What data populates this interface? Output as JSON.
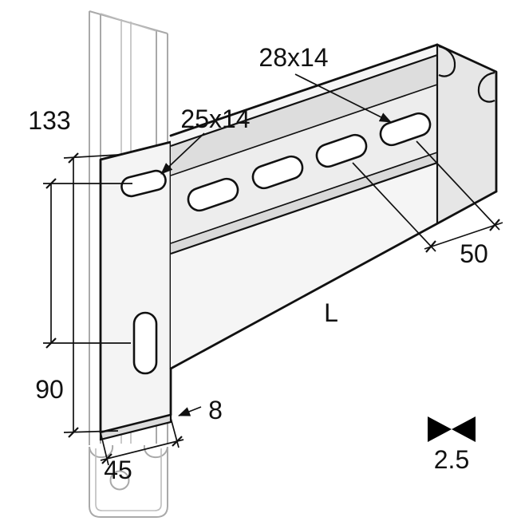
{
  "drawing_type": "cantilever-bracket-console-technical-drawing",
  "dimensions": {
    "plate_height": "133",
    "plate_slot_size": "25x14",
    "arm_slot_size": "28x14",
    "slot_pitch": "50",
    "arm_length": "L",
    "hole_spacing": "90",
    "profile_width": "45",
    "plate_thickness": "8",
    "weld_size": "2.5"
  },
  "colors": {
    "outline": "#111111",
    "post_gray": "#a9a9a9",
    "weld_symbol": "#000000",
    "background": "#ffffff"
  },
  "symbols": {
    "weld": "double-fillet-weld-bowtie"
  }
}
